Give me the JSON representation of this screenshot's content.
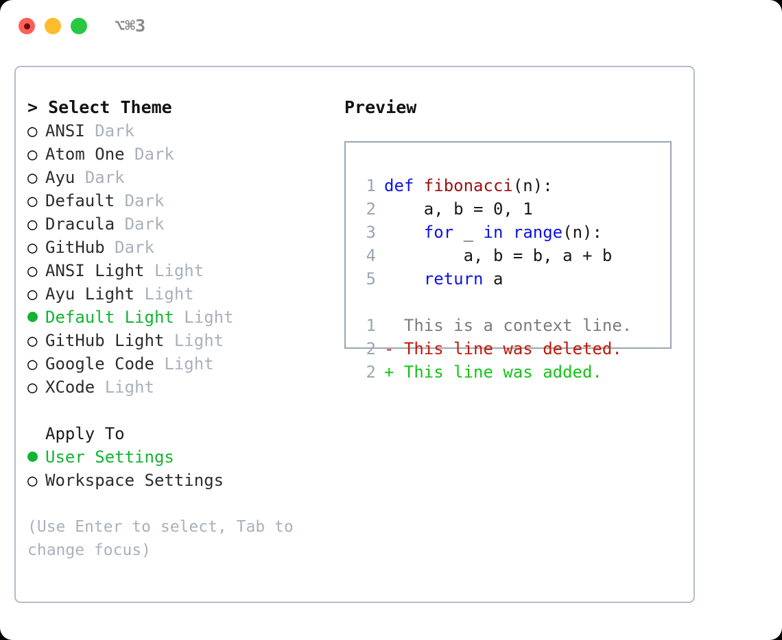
{
  "titlebar": {
    "shortcut": "⌥⌘3",
    "lights": [
      "close",
      "minimize",
      "maximize"
    ],
    "colors": {
      "red": "#ff5f57",
      "yellow": "#febc2e",
      "green": "#28c840"
    }
  },
  "accent_color": "#12b431",
  "muted_color": "#a9b1bc",
  "theme_picker": {
    "header": "> Select Theme",
    "items": [
      {
        "name": "ANSI",
        "tag": "Dark",
        "selected": false
      },
      {
        "name": "Atom One",
        "tag": "Dark",
        "selected": false
      },
      {
        "name": "Ayu",
        "tag": "Dark",
        "selected": false
      },
      {
        "name": "Default",
        "tag": "Dark",
        "selected": false
      },
      {
        "name": "Dracula",
        "tag": "Dark",
        "selected": false
      },
      {
        "name": "GitHub",
        "tag": "Dark",
        "selected": false
      },
      {
        "name": "ANSI Light",
        "tag": "Light",
        "selected": false
      },
      {
        "name": "Ayu Light",
        "tag": "Light",
        "selected": false
      },
      {
        "name": "Default Light",
        "tag": "Light",
        "selected": true
      },
      {
        "name": "GitHub Light",
        "tag": "Light",
        "selected": false
      },
      {
        "name": "Google Code",
        "tag": "Light",
        "selected": false
      },
      {
        "name": "XCode",
        "tag": "Light",
        "selected": false
      }
    ],
    "marker_unselected": "○",
    "marker_selected": "●"
  },
  "apply_to": {
    "header": "Apply To",
    "items": [
      {
        "name": "User Settings",
        "selected": true
      },
      {
        "name": "Workspace Settings",
        "selected": false
      }
    ]
  },
  "hint": "(Use Enter to select, Tab to change focus)",
  "preview": {
    "header": "Preview",
    "code_lines": [
      {
        "no": "1",
        "tokens": [
          {
            "t": "def ",
            "c": "kw"
          },
          {
            "t": "fibonacci",
            "c": "fn"
          },
          {
            "t": "(n):",
            "c": "txt"
          }
        ]
      },
      {
        "no": "2",
        "tokens": [
          {
            "t": "    a, b = 0, 1",
            "c": "txt"
          }
        ]
      },
      {
        "no": "3",
        "tokens": [
          {
            "t": "    ",
            "c": "txt"
          },
          {
            "t": "for",
            "c": "kw"
          },
          {
            "t": " _ ",
            "c": "txt"
          },
          {
            "t": "in",
            "c": "kw"
          },
          {
            "t": " ",
            "c": "txt"
          },
          {
            "t": "range",
            "c": "kw"
          },
          {
            "t": "(n):",
            "c": "txt"
          }
        ]
      },
      {
        "no": "4",
        "tokens": [
          {
            "t": "        a, b = b, a + b",
            "c": "txt"
          }
        ]
      },
      {
        "no": "5",
        "tokens": [
          {
            "t": "    ",
            "c": "txt"
          },
          {
            "t": "return",
            "c": "kw"
          },
          {
            "t": " a",
            "c": "txt"
          }
        ]
      }
    ],
    "diff_lines": [
      {
        "no": "1",
        "text": "  This is a context line.",
        "kind": "ctx"
      },
      {
        "no": "2",
        "text": "- This line was deleted.",
        "kind": "del"
      },
      {
        "no": "2",
        "text": "+ This line was added.",
        "kind": "add"
      }
    ]
  }
}
